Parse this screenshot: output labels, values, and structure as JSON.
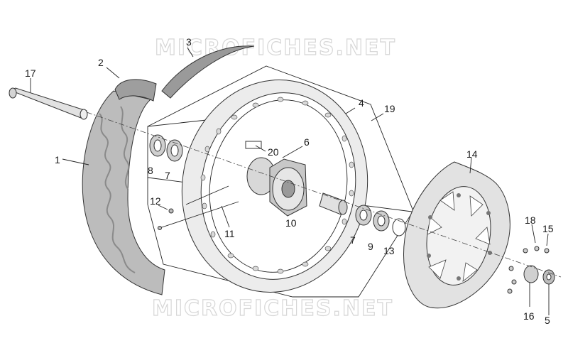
{
  "watermark": {
    "text": "MICROFICHES.NET",
    "color": "#d6d6d6"
  },
  "colors": {
    "tire": "#bcbcbc",
    "tire_dark": "#9a9a9a",
    "rim": "#e8e8e8",
    "part": "#cfcfcf",
    "line": "#222222"
  },
  "callouts": [
    {
      "id": "c1",
      "label": "1"
    },
    {
      "id": "c2",
      "label": "2"
    },
    {
      "id": "c3",
      "label": "3"
    },
    {
      "id": "c4",
      "label": "4"
    },
    {
      "id": "c5",
      "label": "5"
    },
    {
      "id": "c6",
      "label": "6"
    },
    {
      "id": "c7a",
      "label": "7"
    },
    {
      "id": "c7b",
      "label": "7"
    },
    {
      "id": "c8",
      "label": "8"
    },
    {
      "id": "c9",
      "label": "9"
    },
    {
      "id": "c10",
      "label": "10"
    },
    {
      "id": "c11",
      "label": "11"
    },
    {
      "id": "c12",
      "label": "12"
    },
    {
      "id": "c13",
      "label": "13"
    },
    {
      "id": "c14",
      "label": "14"
    },
    {
      "id": "c15",
      "label": "15"
    },
    {
      "id": "c16",
      "label": "16"
    },
    {
      "id": "c17",
      "label": "17"
    },
    {
      "id": "c18",
      "label": "18"
    },
    {
      "id": "c19",
      "label": "19"
    },
    {
      "id": "c20",
      "label": "20"
    }
  ]
}
